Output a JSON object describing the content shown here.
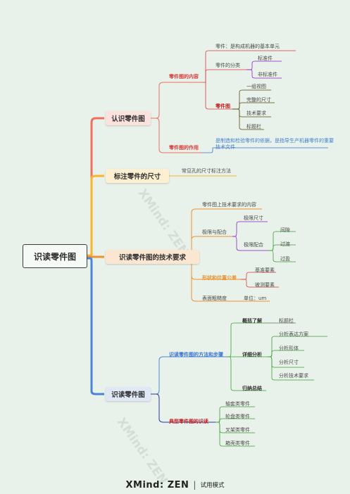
{
  "root": "识读零件图",
  "branch1": {
    "title": "认识零件图",
    "sub1": "零件图的内容",
    "sub1_items": {
      "part": "零件：是构成机器的基本单元",
      "classify": "零件的分类",
      "classify_children": [
        "标准件",
        "非标准件"
      ],
      "drawing": "零件图",
      "drawing_children": [
        "一组视图",
        "完整的尺寸",
        "技术要求",
        "标题栏"
      ]
    },
    "sub2": "零件图的作用",
    "sub2_note": "是制造和检验零件的依据，是指导生产机器零件的重要技术文件"
  },
  "branch2": {
    "title": "标注零件的尺寸",
    "item": "常见孔的尺寸标注方法"
  },
  "branch3": {
    "title": "识读零件图的技术要求",
    "surface_req": "零件图上技术要求的内容",
    "limits": "极限与配合",
    "limit_size": "极限尺寸",
    "limit_fit": "极限配合",
    "fit_children": [
      "间隙",
      "过渡",
      "过盈"
    ],
    "geo_tol": "形状和位置公差",
    "geo_children": [
      "基准要素",
      "被测要素"
    ],
    "roughness": "表面粗糙度",
    "roughness_unit": "单位：um"
  },
  "branch4": {
    "title": "识读零件图",
    "method": "识读零件图的方法和步骤",
    "overview": "概括了解",
    "overview_child": "标题栏",
    "detail": "详细分析",
    "detail_children": [
      "分析表达方案",
      "分析形体",
      "分析尺寸",
      "分析技术要求"
    ],
    "summary": "归纳总结",
    "typical": "典型零件图的识读",
    "typical_children": [
      "轴套类零件",
      "轮盘类零件",
      "叉架类零件",
      "箱壳类零件"
    ]
  },
  "watermark": "XMind: ZEN",
  "watermark_sub": "试用模式",
  "footer": {
    "brand": "XMind: ZEN",
    "mode": "试用模式"
  },
  "colors": {
    "branch1": "#f07060",
    "branch2": "#f7b52c",
    "branch3": "#f09030",
    "branch4": "#4a86d8",
    "red": "#d93a3a",
    "orange": "#e8902a",
    "purple": "#8a1fc8",
    "green": "#3aa030",
    "darkred": "#c42020",
    "blue": "#3a73d1"
  }
}
